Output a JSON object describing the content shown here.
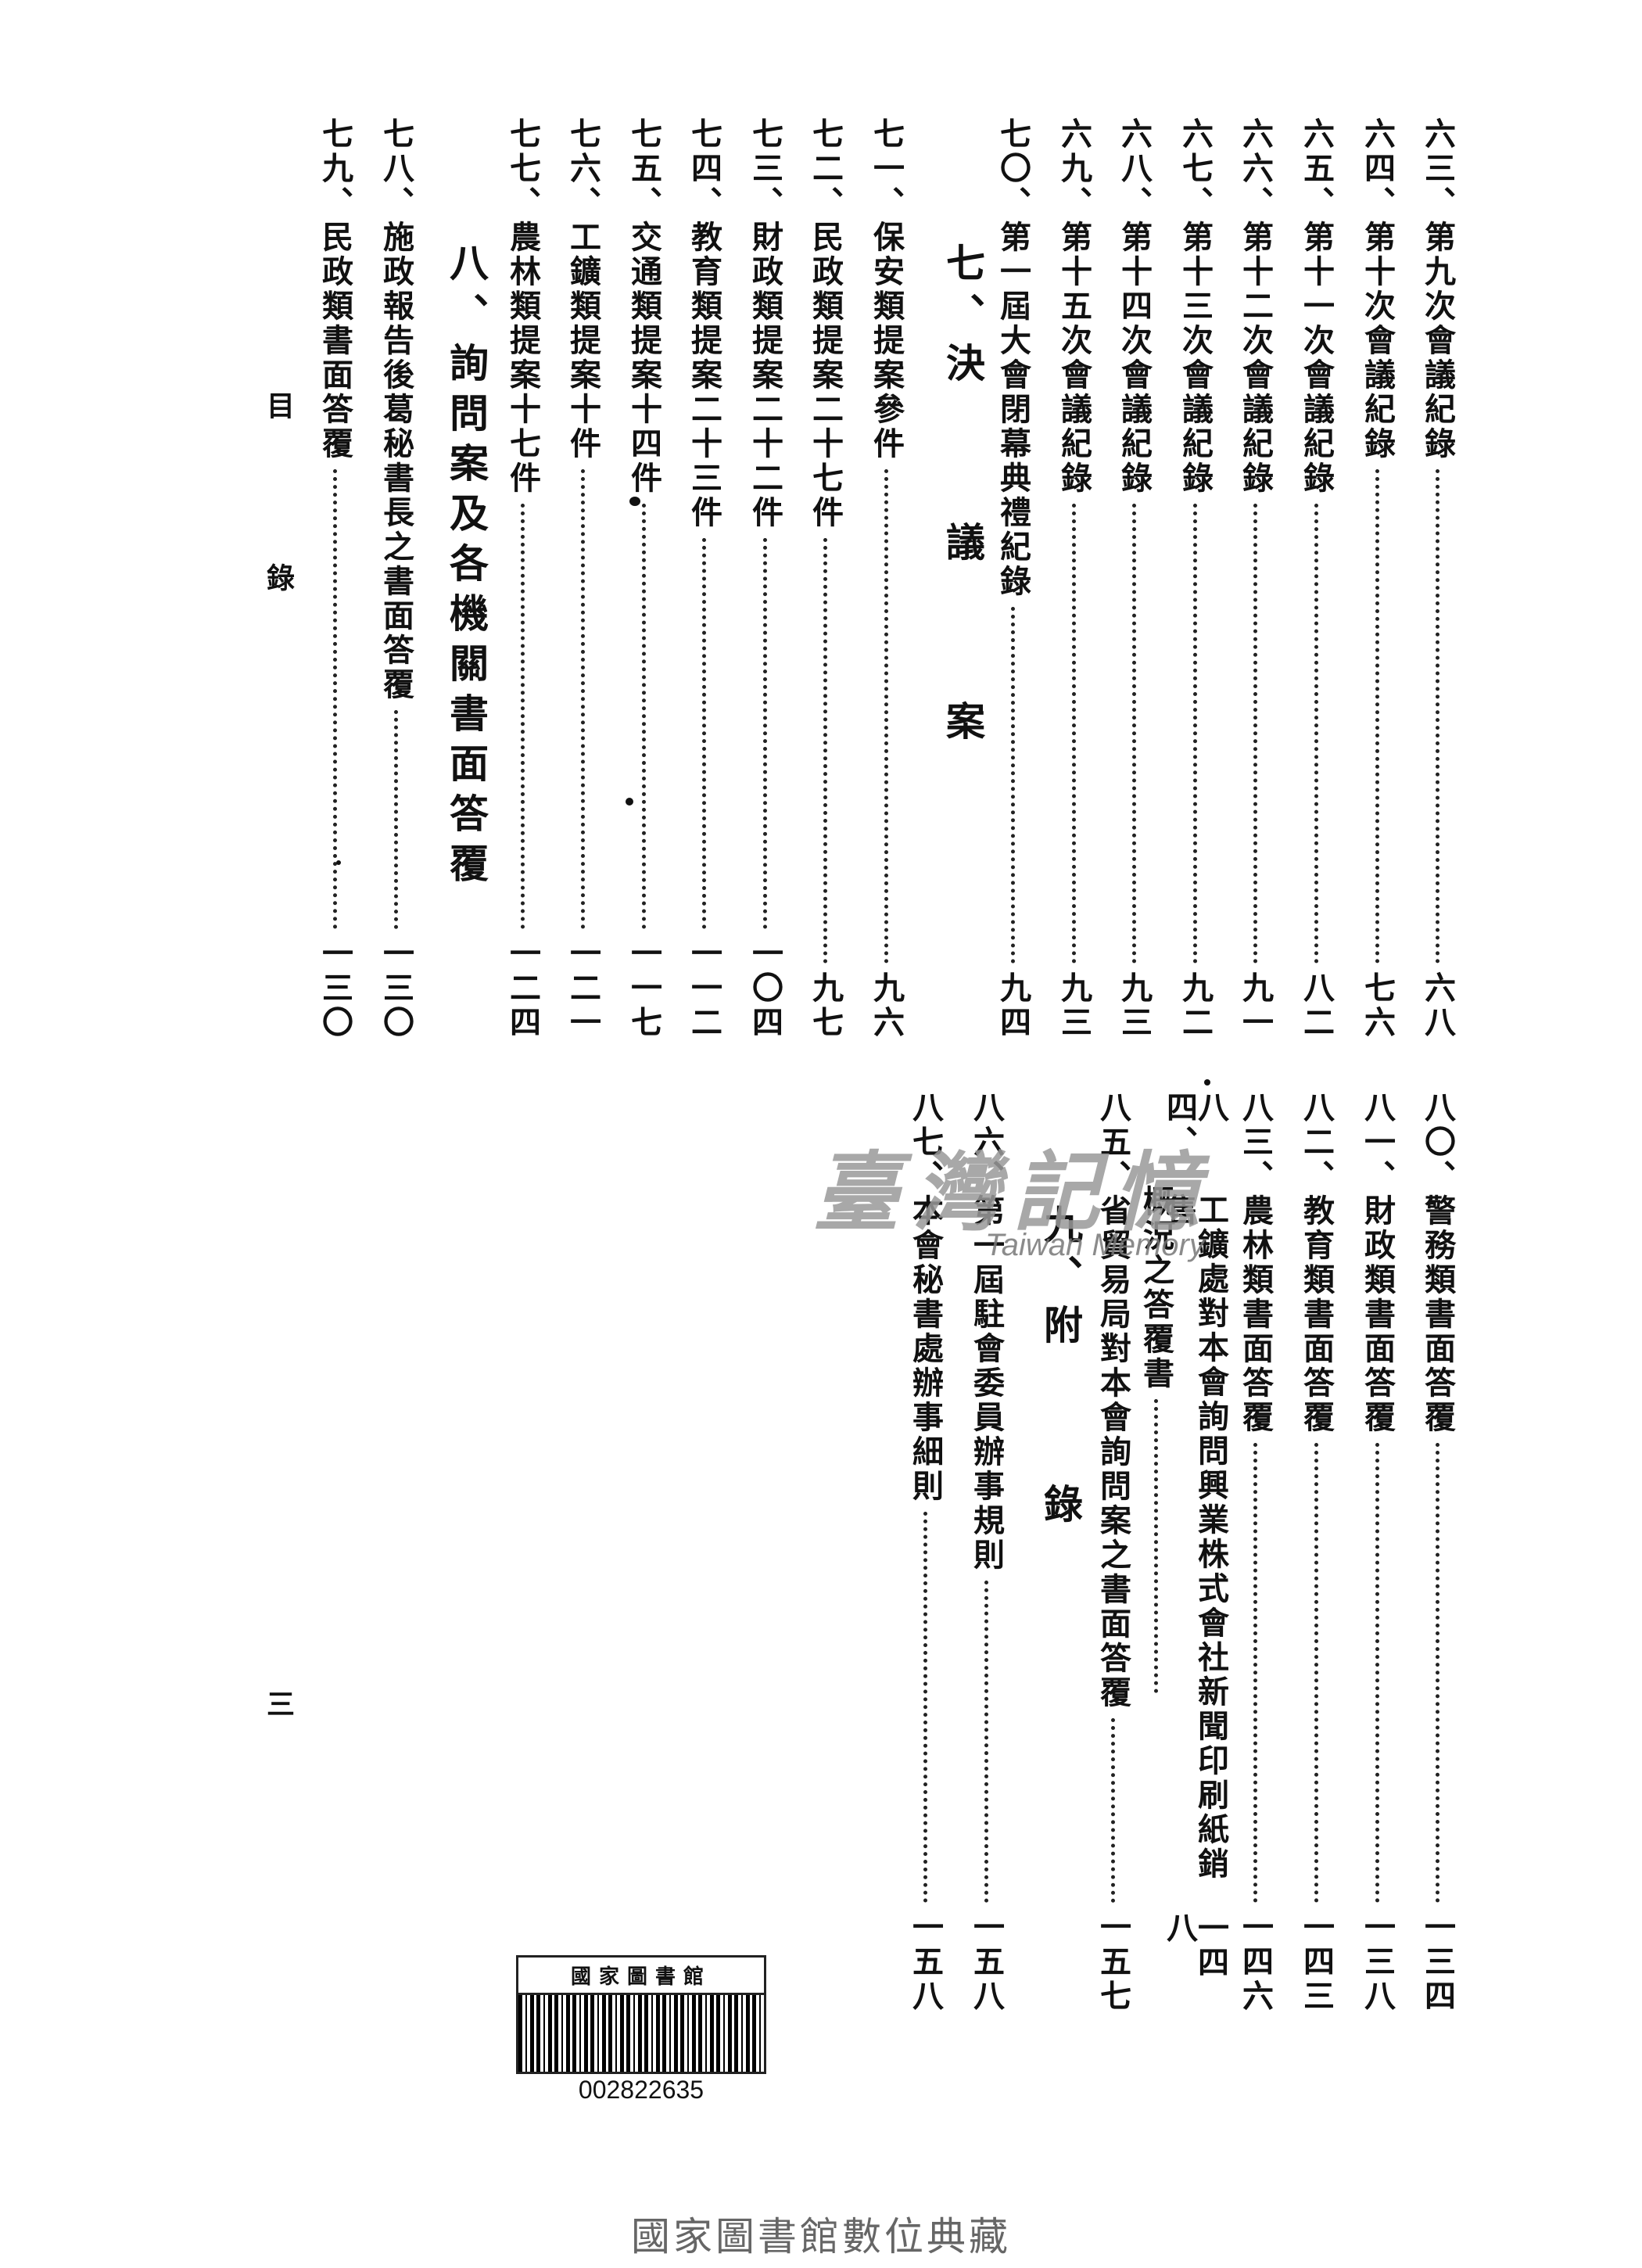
{
  "running_header": {
    "title_left": "目",
    "title_right": "錄",
    "page_number": "三"
  },
  "top_section": {
    "entries_before": [
      {
        "num": "六三、",
        "title": "第九次會議紀錄",
        "page": "六八"
      },
      {
        "num": "六四、",
        "title": "第十次會議紀錄",
        "page": "七六"
      },
      {
        "num": "六五、",
        "title": "第十一次會議紀錄",
        "page": "八二"
      },
      {
        "num": "六六、",
        "title": "第十二次會議紀錄",
        "page": "九一"
      },
      {
        "num": "六七、",
        "title": "第十三次會議紀錄",
        "page": "九二"
      },
      {
        "num": "六八、",
        "title": "第十四次會議紀錄",
        "page": "九三"
      },
      {
        "num": "六九、",
        "title": "第十五次會議紀錄",
        "page": "九三"
      },
      {
        "num": "七〇、",
        "title": "第一屆大會閉幕典禮紀錄",
        "page": "九四"
      }
    ],
    "heading_7_num": "七、",
    "heading_7_title": "決 議 案",
    "entries_7": [
      {
        "num": "七一、",
        "title": "保安類提案參件",
        "page": "九六"
      },
      {
        "num": "七二、",
        "title": "民政類提案二十七件",
        "page": "九七"
      },
      {
        "num": "七三、",
        "title": "財政類提案二十二件",
        "page": "一〇四"
      },
      {
        "num": "七四、",
        "title": "教育類提案二十三件",
        "page": "一一二"
      },
      {
        "num": "七五、",
        "title": "交通類提案十四件",
        "page": "一一七"
      },
      {
        "num": "七六、",
        "title": "工鑛類提案十件",
        "page": "一二一"
      },
      {
        "num": "七七、",
        "title": "農林類提案十七件",
        "page": "一二四"
      }
    ],
    "heading_8_num": "八、",
    "heading_8_title": "詢問案及各機關書面答覆",
    "entries_8": [
      {
        "num": "七八、",
        "title": "施政報告後葛秘書長之書面答覆",
        "page": "一三〇"
      },
      {
        "num": "七九、",
        "title": "民政類書面答覆",
        "page": "一三〇"
      }
    ]
  },
  "bottom_section": {
    "entries_before": [
      {
        "num": "八〇、",
        "title": "警務類書面答覆",
        "page": "一三四"
      },
      {
        "num": "八一、",
        "title": "財政類書面答覆",
        "page": "一三八"
      },
      {
        "num": "八二、",
        "title": "教育類書面答覆",
        "page": "一四三"
      },
      {
        "num": "八三、",
        "title": "農林類書面答覆",
        "page": "一四六"
      }
    ],
    "entry_84": {
      "num": "八四、",
      "title_line1": "工鑛處對本會詢問興業株式會社新聞印刷紙銷售",
      "title_line2": "概況之答覆書",
      "page": "一四八"
    },
    "entry_85": {
      "num": "八五、",
      "title": "省貿易局對本會詢問案之書面答覆",
      "page": "一五七"
    },
    "heading_9_num": "九、",
    "heading_9_title": "附 錄",
    "entries_9": [
      {
        "num": "八六、",
        "title": "第一屆駐會委員辦事規則",
        "page": "一五八"
      },
      {
        "num": "八七、",
        "title": "本會秘書處辦事細則",
        "page": "一五八"
      }
    ]
  },
  "watermark": {
    "text": "臺灣記憶",
    "subtext": "Taiwan Memory"
  },
  "stamp": {
    "label": "國家圖書館",
    "barcode_number": "002822635"
  },
  "footer": {
    "text": "國家圖書館數位典藏"
  }
}
